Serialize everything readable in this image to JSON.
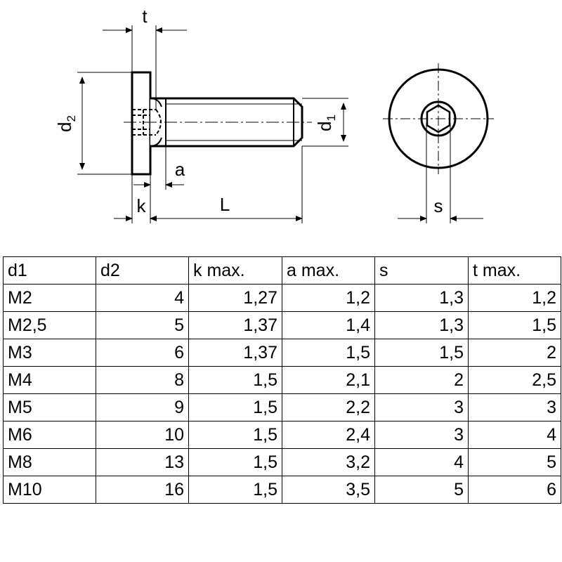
{
  "drawing": {
    "labels": {
      "t": "t",
      "d2_main": "d",
      "d2_sub": "2",
      "d1_main": "d",
      "d1_sub": "1",
      "a": "a",
      "k": "k",
      "L": "L",
      "s": "s"
    }
  },
  "table": {
    "headers": [
      "d1",
      "d2",
      "k max.",
      "a max.",
      "s",
      "t max."
    ],
    "rows": [
      [
        "M2",
        "4",
        "1,27",
        "1,2",
        "1,3",
        "1,2"
      ],
      [
        "M2,5",
        "5",
        "1,37",
        "1,4",
        "1,3",
        "1,5"
      ],
      [
        "M3",
        "6",
        "1,37",
        "1,5",
        "1,5",
        "2"
      ],
      [
        "M4",
        "8",
        "1,5",
        "2,1",
        "2",
        "2,5"
      ],
      [
        "M5",
        "9",
        "1,5",
        "2,2",
        "3",
        "3"
      ],
      [
        "M6",
        "10",
        "1,5",
        "2,4",
        "3",
        "4"
      ],
      [
        "M8",
        "13",
        "1,5",
        "3,2",
        "4",
        "5"
      ],
      [
        "M10",
        "16",
        "1,5",
        "3,5",
        "5",
        "6"
      ]
    ]
  }
}
